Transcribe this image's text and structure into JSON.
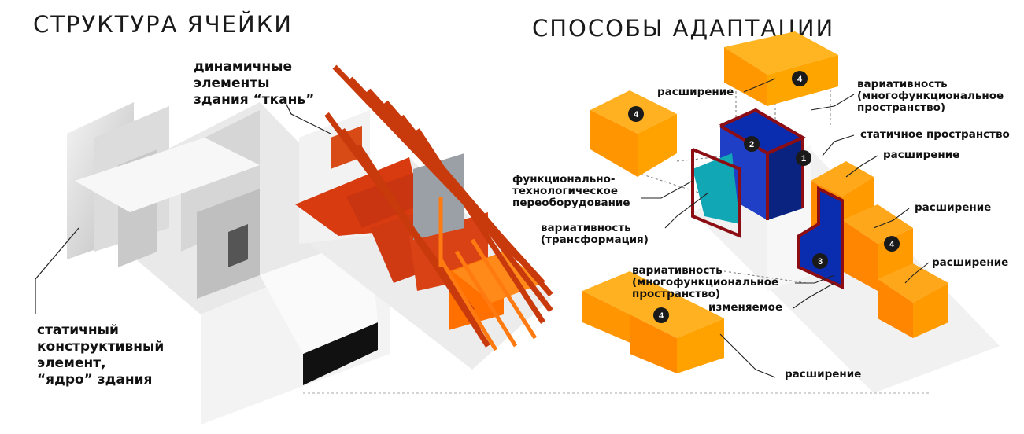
{
  "titles": {
    "left": "СТРУКТУРА ЯЧЕЙКИ",
    "right": "СПОСОБЫ АДАПТАЦИИ"
  },
  "left_labels": {
    "dynamic": "динамичные\nэлементы\nздания “ткань”",
    "static_core": "статичный\nконструктивный\nэлемент,\n“ядро” здания"
  },
  "right_labels": {
    "expansion_top": "расширение",
    "variativity_multi_top": "вариативность\n(многофункциональное\nпространство)",
    "static_space": "статичное пространство",
    "expansion_r1": "расширение",
    "functional": "функционально-\nтехнологическое\nпереоборудование",
    "expansion_r2": "расширение",
    "variativity_transform": "вариативность\n(трансформация)",
    "expansion_r3": "расширение",
    "variativity_multi_bottom": "вариативность\n(многофункциональное\nпространство)",
    "changeable": "изменяемое",
    "expansion_bottom": "расширение"
  },
  "markers": [
    "4",
    "4",
    "2",
    "1",
    "3",
    "4",
    "4"
  ],
  "colors": {
    "orange": "#ff9a00",
    "orange_dark": "#f07800",
    "red": "#d63a12",
    "dark_red": "#8c0e14",
    "blue": "#0a2db0",
    "teal": "#12a7b5"
  }
}
